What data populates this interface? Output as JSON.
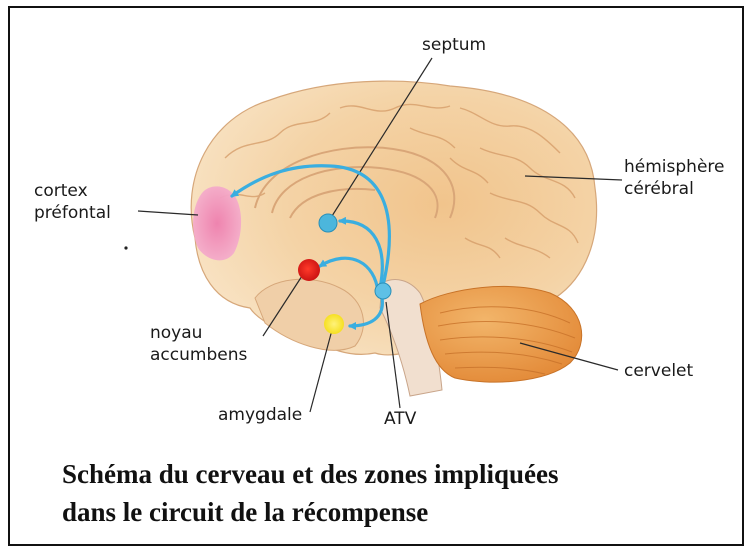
{
  "labels": {
    "septum": "septum",
    "cortex_line1": "cortex",
    "cortex_line2": "préfontal",
    "hemisphere_line1": "hémisphère",
    "hemisphere_line2": "cérébral",
    "noyau_line1": "noyau",
    "noyau_line2": "accumbens",
    "cervelet": "cervelet",
    "amygdale": "amygdale",
    "atv": "ATV"
  },
  "caption": {
    "line1": "Schéma du cerveau et des zones impliquées",
    "line2": "dans le circuit de la récompense"
  },
  "colors": {
    "brain": "#f3cf9e",
    "cerebellum": "#e89a4a",
    "cortex_prefrontal": "#ef86b4",
    "noyau_accumbens": "#e02020",
    "amygdale": "#f7e51e",
    "pathway": "#3aaee0"
  }
}
